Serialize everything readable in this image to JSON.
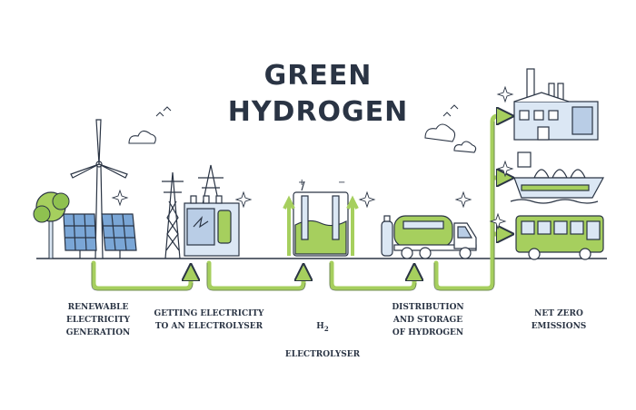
{
  "title": {
    "line1": "GREEN",
    "line2": "HYDROGEN"
  },
  "steps": [
    {
      "id": "renewable",
      "label": "RENEWABLE\nELECTRICITY\nGENERATION"
    },
    {
      "id": "getting",
      "label": "GETTING ELECTRICITY\nTO AN ELECTROLYSER"
    },
    {
      "id": "electrolyser",
      "label_h": "H",
      "label_sub": "2",
      "label_rest": "ELECTROLYSER"
    },
    {
      "id": "distribution",
      "label": "DISTRIBUTION\nAND STORAGE\nOF HYDROGEN"
    },
    {
      "id": "netzero",
      "label": "NET ZERO\nEMISSIONS"
    }
  ],
  "colors": {
    "outline": "#2a3444",
    "green": "#a6cf5e",
    "green_dark": "#6aa33a",
    "blue_light": "#dbe7f4",
    "blue": "#b9cde6"
  },
  "icons": [
    "wind-turbine-icon",
    "solar-panel-icon",
    "tree-icon",
    "power-tower-icon",
    "transformer-icon",
    "electrolyser-icon",
    "tanker-truck-icon",
    "gas-cylinder-icon",
    "factory-icon",
    "ship-icon",
    "bus-icon",
    "cloud-icon",
    "sparkle-icon",
    "bird-icon"
  ]
}
